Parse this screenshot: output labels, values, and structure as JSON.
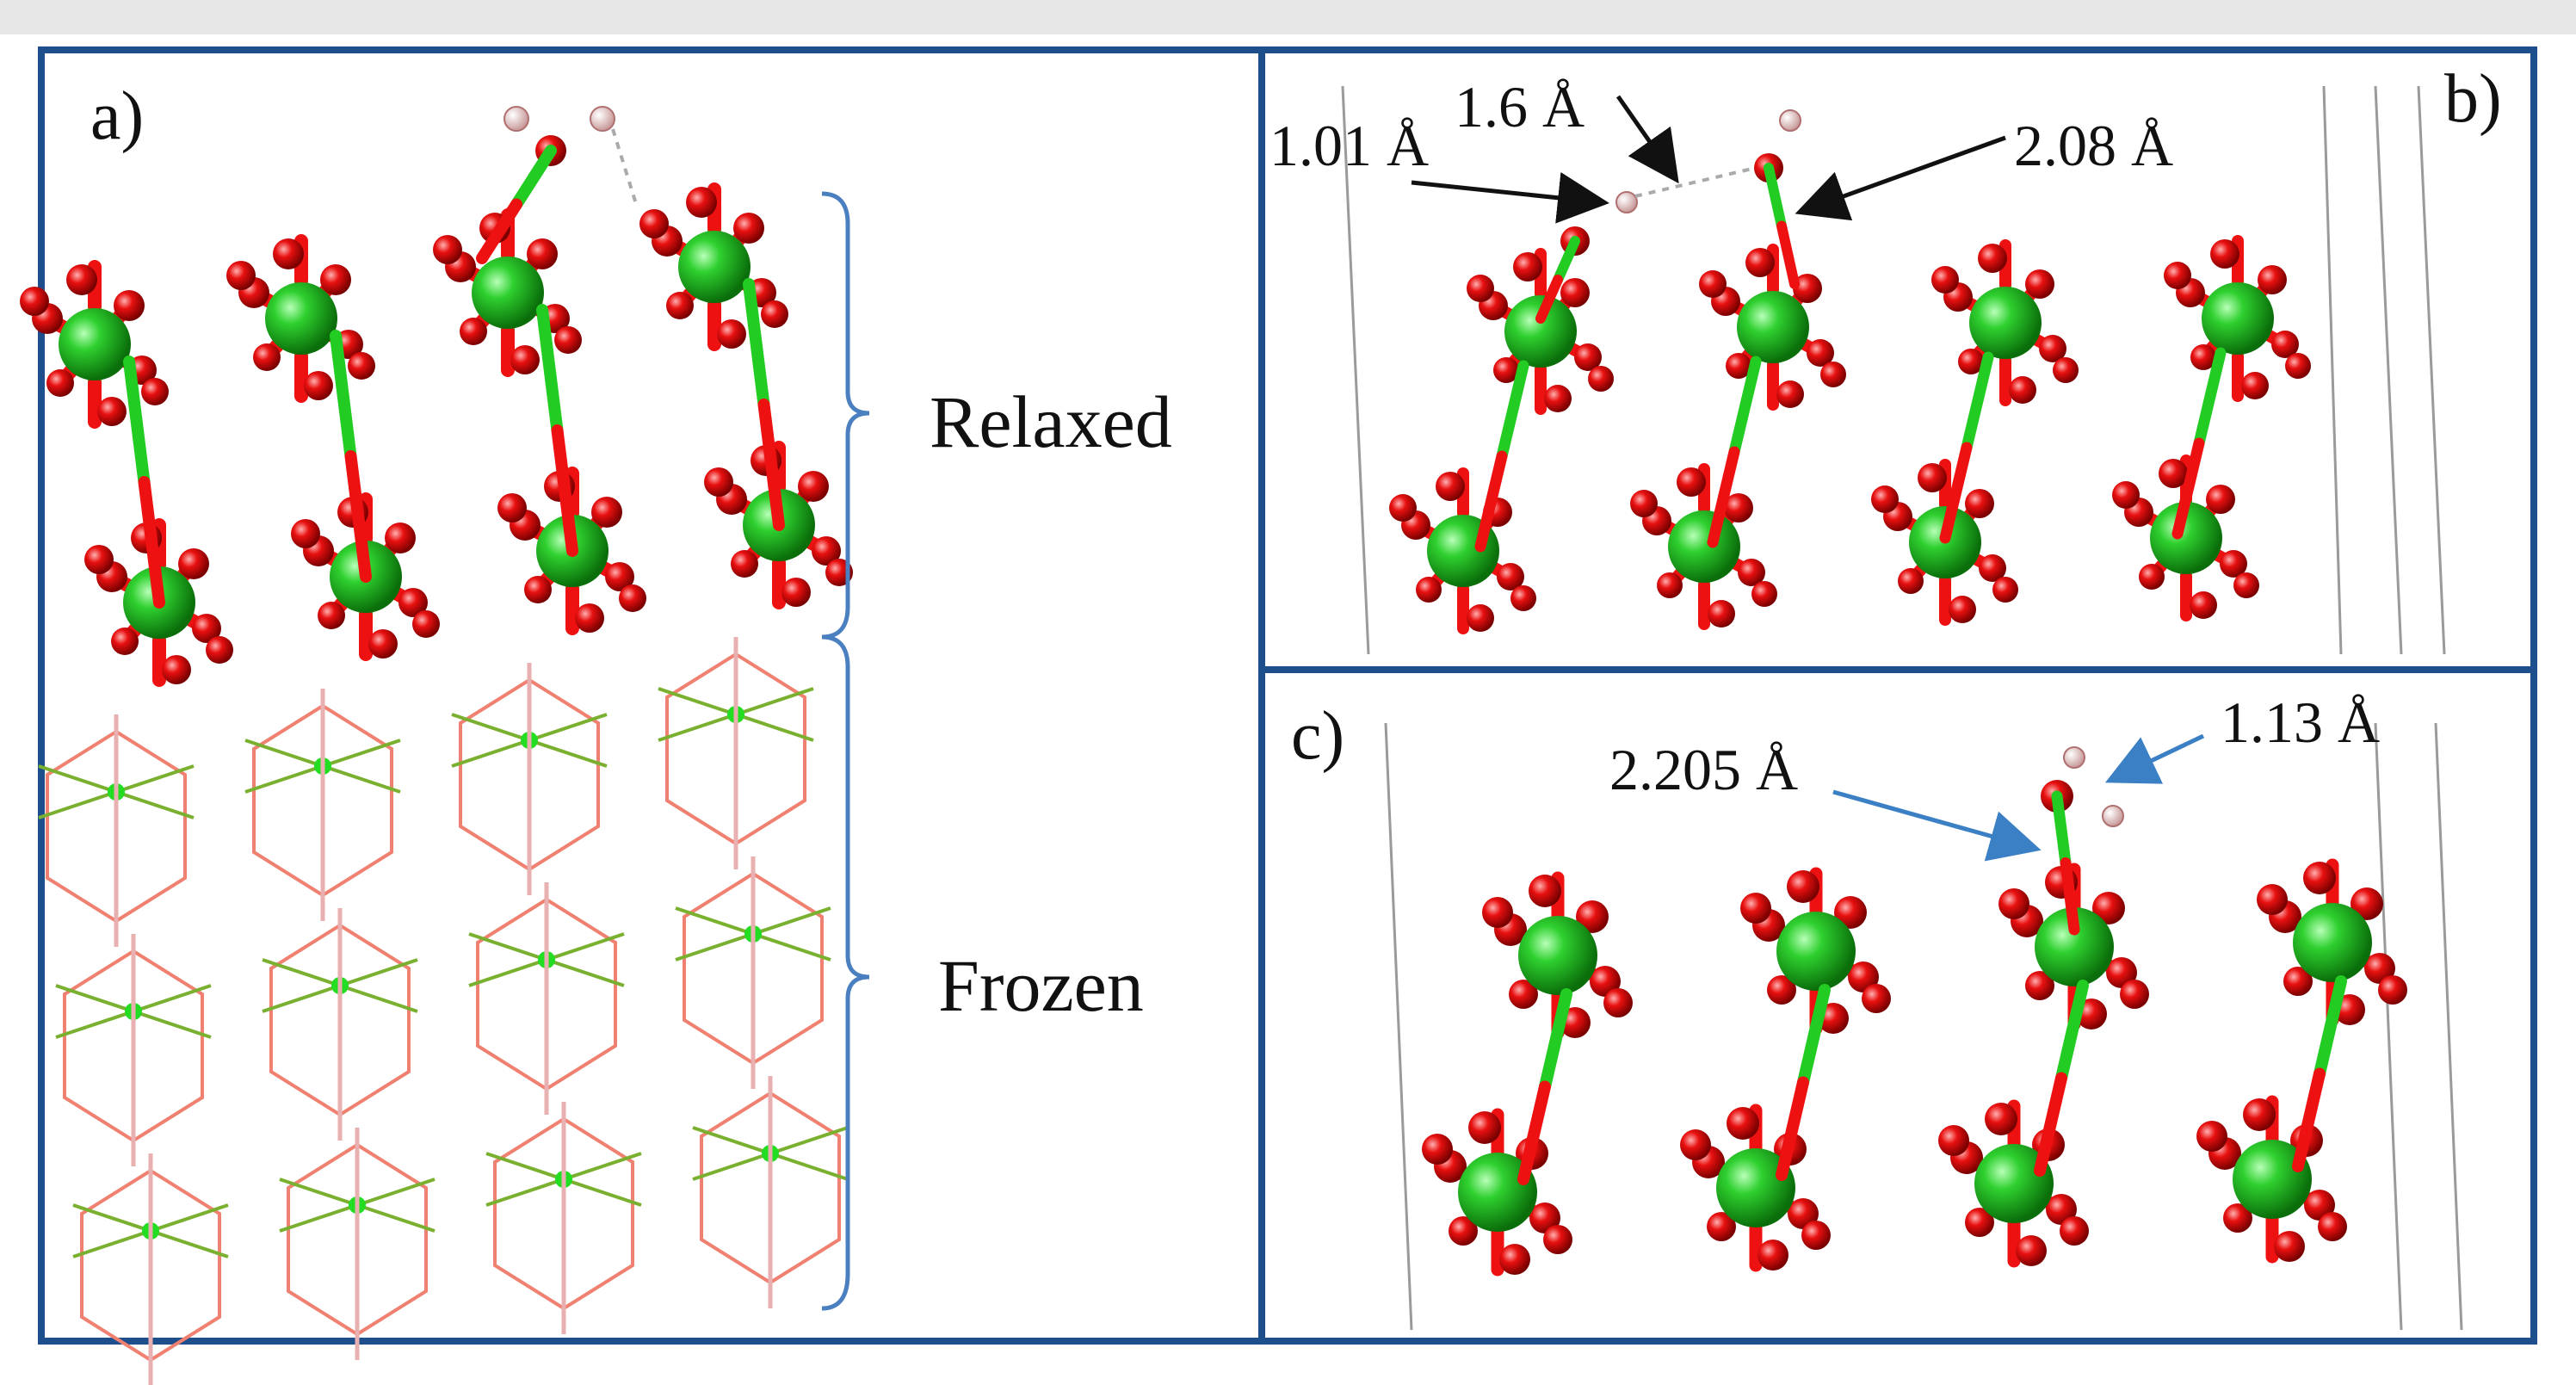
{
  "panels": {
    "a": {
      "label": "a)",
      "region_labels": [
        "Relaxed",
        "Frozen"
      ]
    },
    "b": {
      "label": "b)",
      "annotations": [
        "1.01 Å",
        "1.6 Å",
        "2.08 Å"
      ]
    },
    "c": {
      "label": "c)",
      "annotations": [
        "2.205 Å",
        "1.13 Å"
      ]
    }
  },
  "colors": {
    "frame": "#1f4e8c",
    "metal_atom": "#18b818",
    "oxygen_atom": "#e00000",
    "hydrogen_atom": "#f2d0d0",
    "bond_green": "#22cc22",
    "bond_red": "#ee1111",
    "cell_line": "#9a9a9a",
    "bracket": "#4a7fc0",
    "arrow_black": "#111111",
    "arrow_blue": "#3b7fc4"
  }
}
